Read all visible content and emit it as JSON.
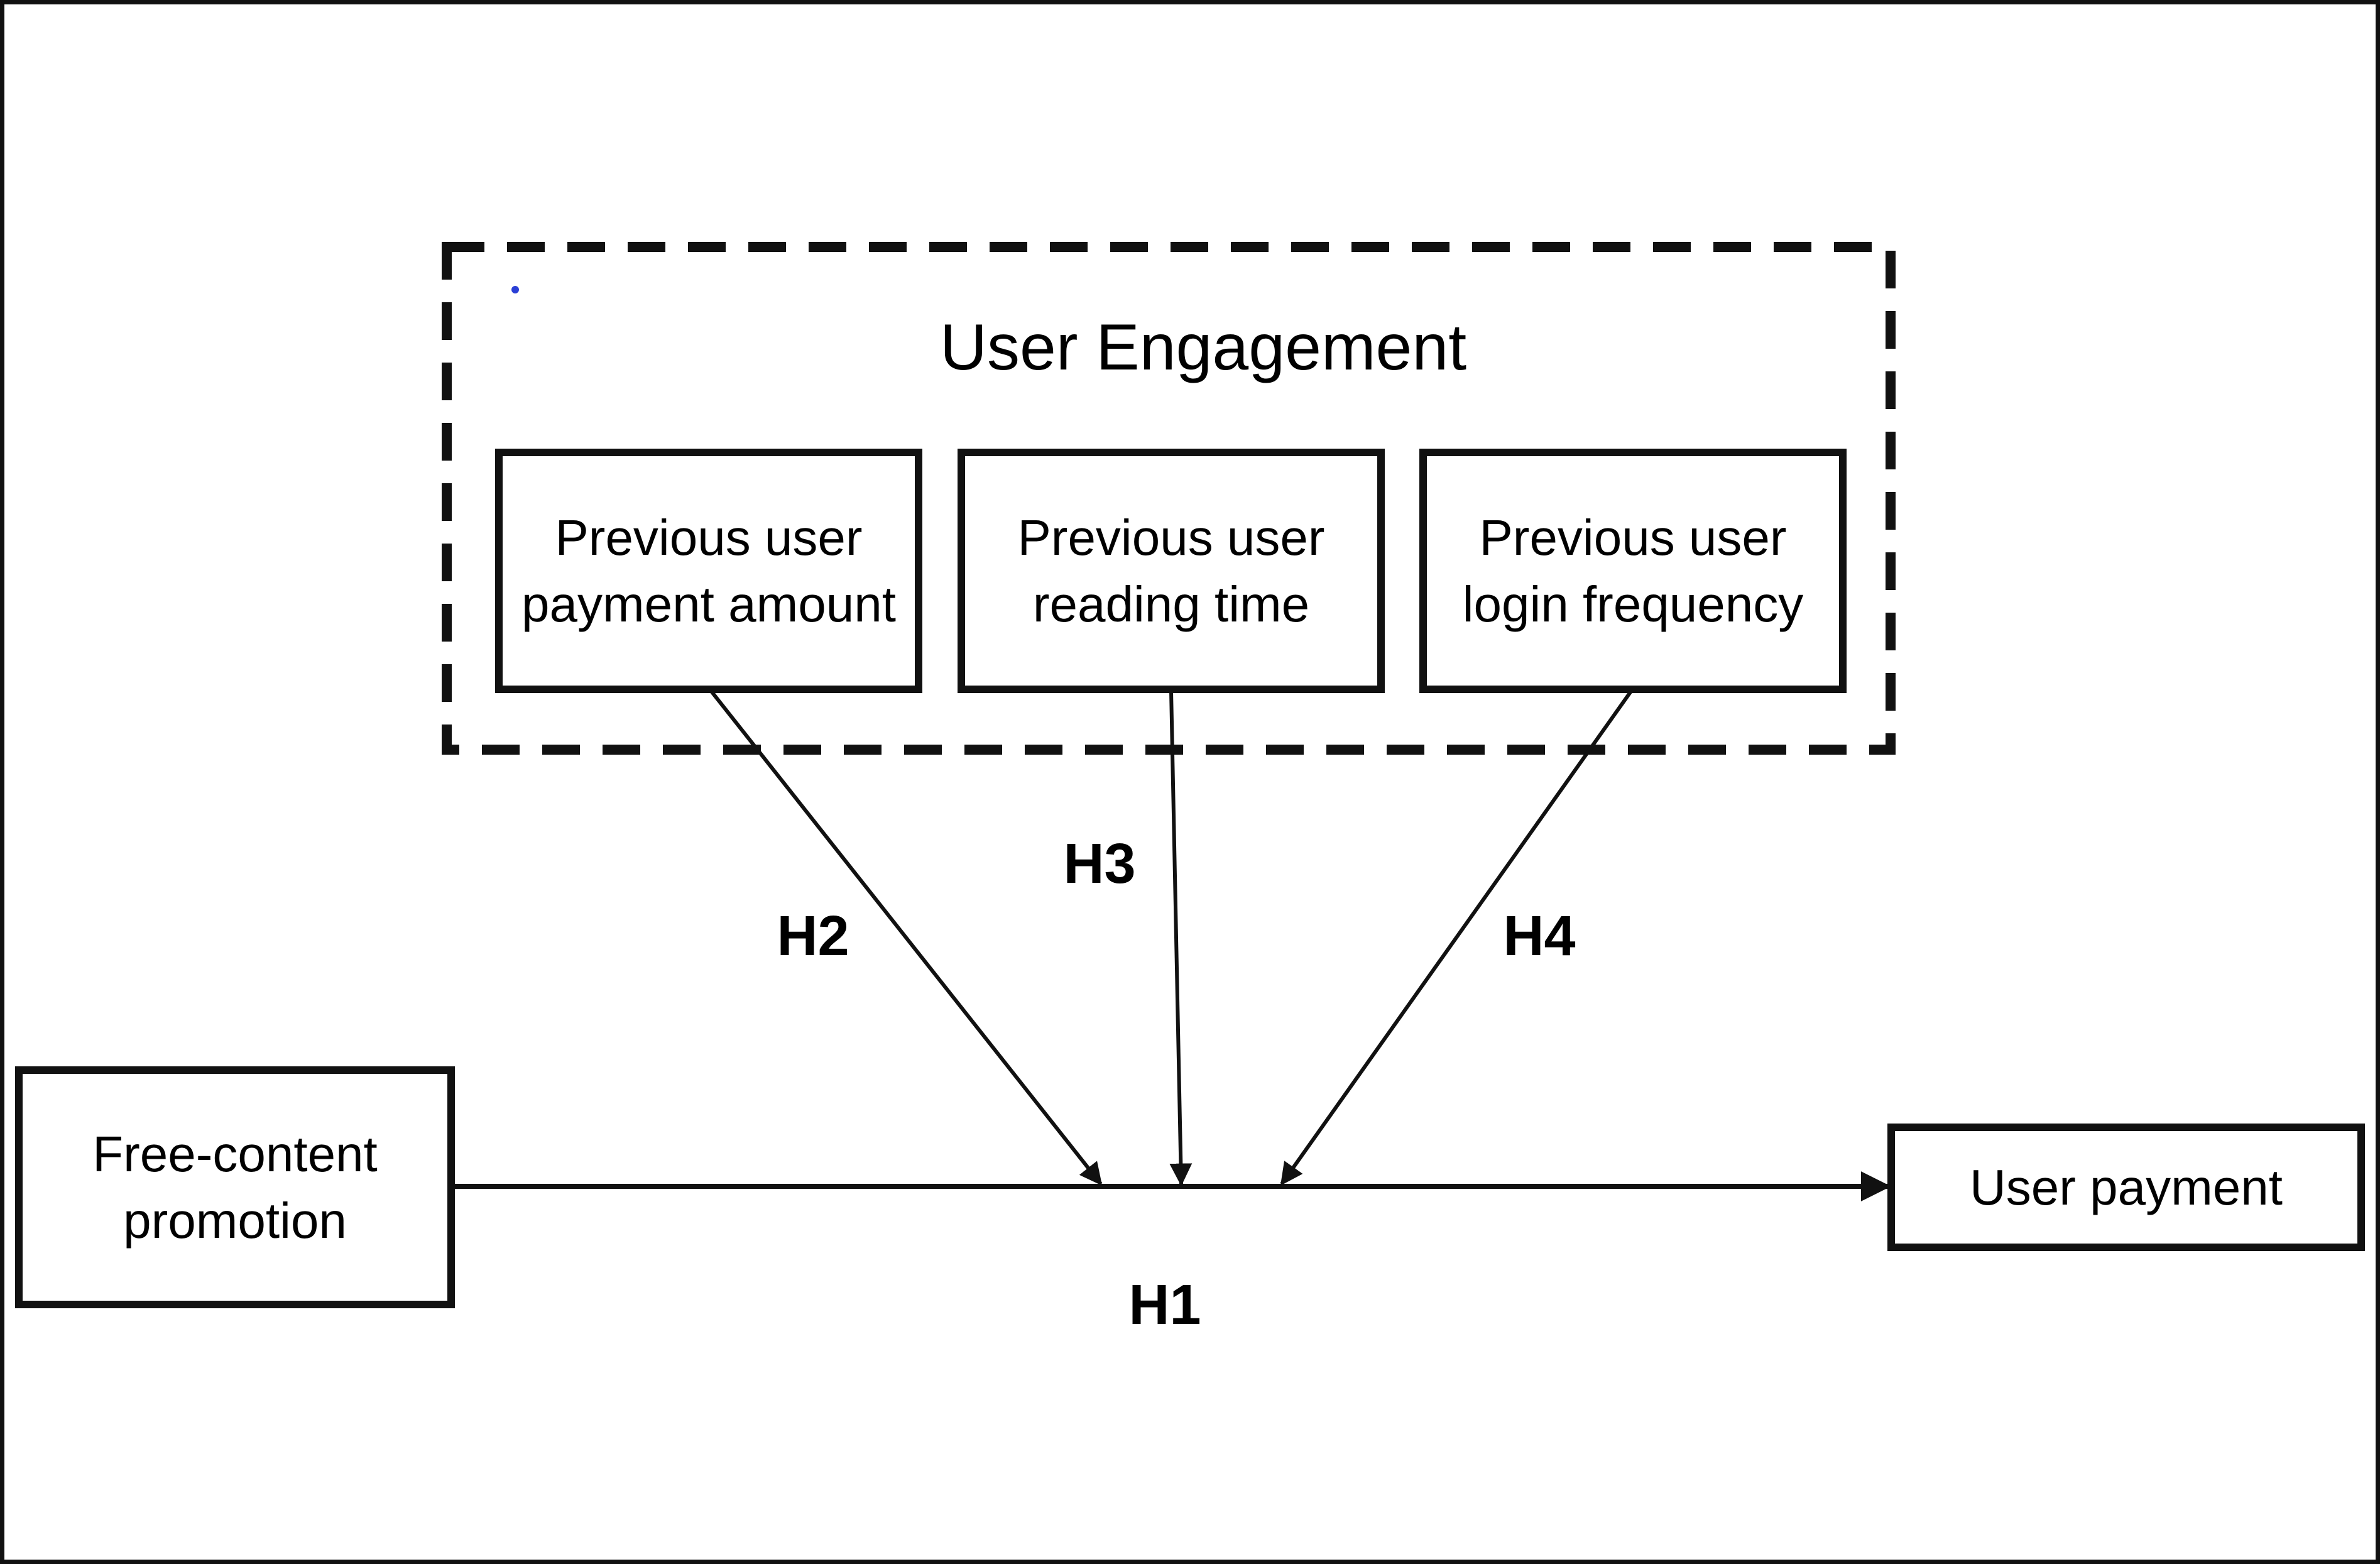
{
  "group": {
    "title": "User Engagement"
  },
  "nodes": {
    "payment_amount": "Previous user payment amount",
    "reading_time": "Previous user reading time",
    "login_frequency": "Previous user login frequency",
    "free_content": "Free-content promotion",
    "user_payment": "User payment"
  },
  "hypotheses": {
    "h1": "H1",
    "h2": "H2",
    "h3": "H3",
    "h4": "H4"
  },
  "colors": {
    "stroke": "#111111",
    "background": "#ffffff",
    "dot": "#2a3fd6"
  }
}
